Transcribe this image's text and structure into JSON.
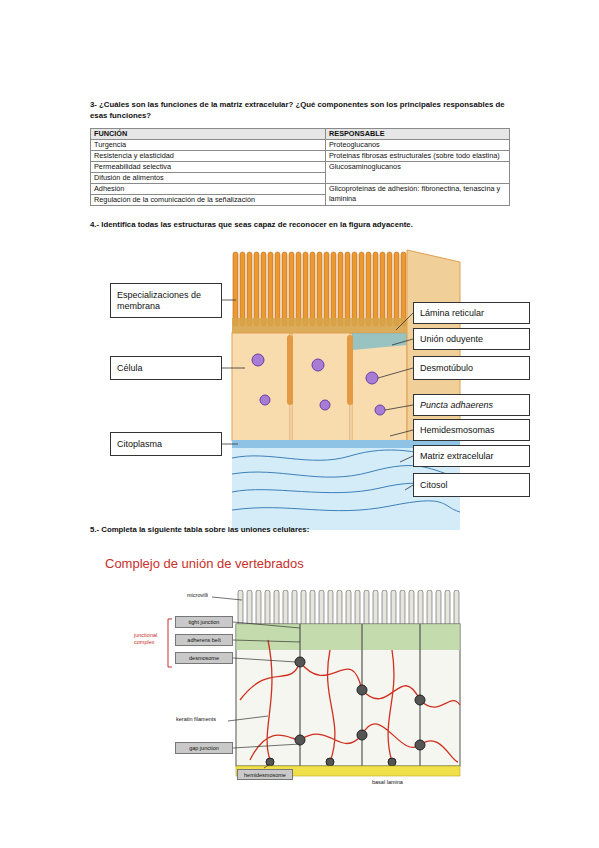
{
  "diagram": {
    "nodes": [
      {
        "text": [
          "Especializaciones de membrana"
        ]
      },
      {
        "text": [
          "Célula"
        ]
      },
      {
        "text": [
          "Citoplasma"
        ]
      },
      {
        "text": [
          "Lámina reticular"
        ]
      },
      {
        "text": [
          "Unión oduyente"
        ]
      },
      {
        "text": [
          "Desmotúbulo"
        ]
      },
      {
        "text": [
          "Puncta adhaerens"
        ]
      },
      {
        "text": [
          "Hemidesmosomas"
        ]
      },
      {
        "text": [
          "Matriz extracelular"
        ]
      },
      {
        "text": [
          "Citosol"
        ]
      },
      {
        "text": [
          "tight junction"
        ]
      },
      {
        "text": [
          "adherens belt"
        ]
      },
      {
        "text": [
          "desmosome"
        ]
      },
      {
        "text": [
          "gap junction"
        ]
      },
      {
        "text": [
          "hemidesmosome"
        ]
      }
    ],
    "labels": [
      "3- ¿Cuáles son las funciones de la matriz extracelular? ¿Qué componentes son los principales responsables de esas funciones?",
      "FUNCIÓN",
      "RESPONSABLE",
      "Turgencia",
      "Proteoglucanos",
      "Resistencia y elasticidad",
      "Proteinas fibrosas estructurales (sobre todo elastina)",
      "Permeabilidad selectiva",
      "Glucosaminoglucanos",
      "Difusión de alimentos",
      "Adhesión",
      "Glicoproteinas de adhesión: fibronectina, tenascina y laminina",
      "Regulación de la comunicación de la señalización",
      "4.- Identifica todas las estructuras que seas capaz de reconocer en la figura adyacente.",
      "5.- Completa la siguiente tabla sobre las uniones celulares:",
      "Complejo de unión de vertebrados",
      "microvilli",
      "junctional complex",
      "keratin filaments",
      "basal lamina"
    ]
  }
}
